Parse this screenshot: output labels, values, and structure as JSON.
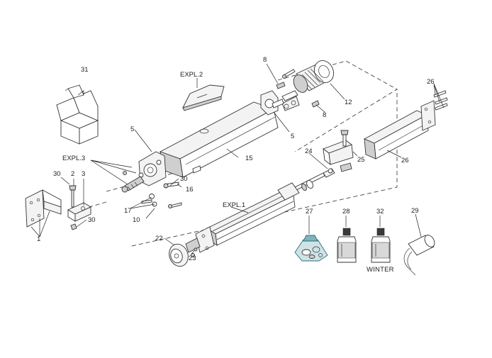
{
  "diagram": {
    "labels": {
      "expl1": "EXPL.1",
      "expl2": "EXPL.2",
      "expl3": "EXPL.3",
      "winter": "WINTER"
    },
    "callouts": {
      "n1": "1",
      "n2": "2",
      "n3": "3",
      "n5a": "5",
      "n5b": "5",
      "n8a": "8",
      "n8b": "8",
      "n10": "10",
      "n12": "12",
      "n15": "15",
      "n16": "16",
      "n17": "17",
      "n22": "22",
      "n23": "23",
      "n24": "24",
      "n25": "25",
      "n26a": "26",
      "n26b": "26",
      "n27": "27",
      "n28": "28",
      "n29": "29",
      "n30a": "30",
      "n30b": "30",
      "n30c": "30",
      "n31": "31",
      "n32": "32"
    }
  }
}
